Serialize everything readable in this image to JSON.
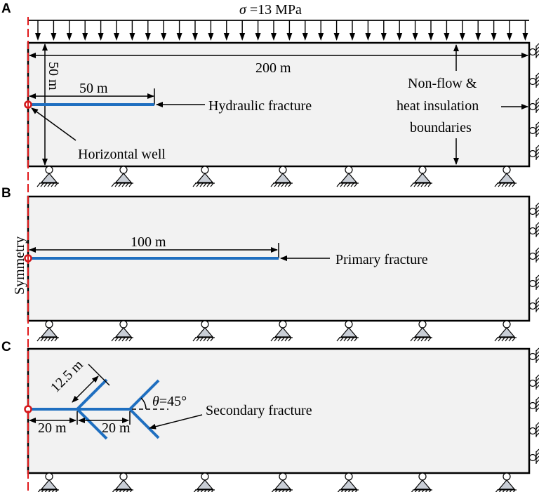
{
  "panels": [
    {
      "letter": "A"
    },
    {
      "letter": "B"
    },
    {
      "letter": "C"
    }
  ],
  "labels": {
    "stress_sigma": "σ",
    "stress_value": " =13 MPa",
    "width": "200 m",
    "height": "50 m",
    "frac_len_a": "50 m",
    "hydraulic_fracture": "Hydraulic fracture",
    "horizontal_well": "Horizontal well",
    "boundary_line1": "Non-flow &",
    "boundary_line2": "heat insulation",
    "boundary_line3": "boundaries",
    "frac_len_b": "100 m",
    "primary_fracture": "Primary fracture",
    "symmetry": "Symmetry",
    "branch_len": "12.5 m",
    "spacing_1": "20 m",
    "spacing_2": "20 m",
    "theta": "θ",
    "angle": "=45°",
    "secondary_fracture": "Secondary fracture"
  },
  "colors": {
    "fracture": "#1f6fc0",
    "symmetry_line": "#e0191b",
    "well_marker": "#d0171b",
    "domain_fill": "#f2f2f2"
  },
  "icons": {
    "roller_support": "circle-on-triangle-with-hatch",
    "side_roller": "circle-with-hatch",
    "load_arrow": "down-arrow"
  }
}
